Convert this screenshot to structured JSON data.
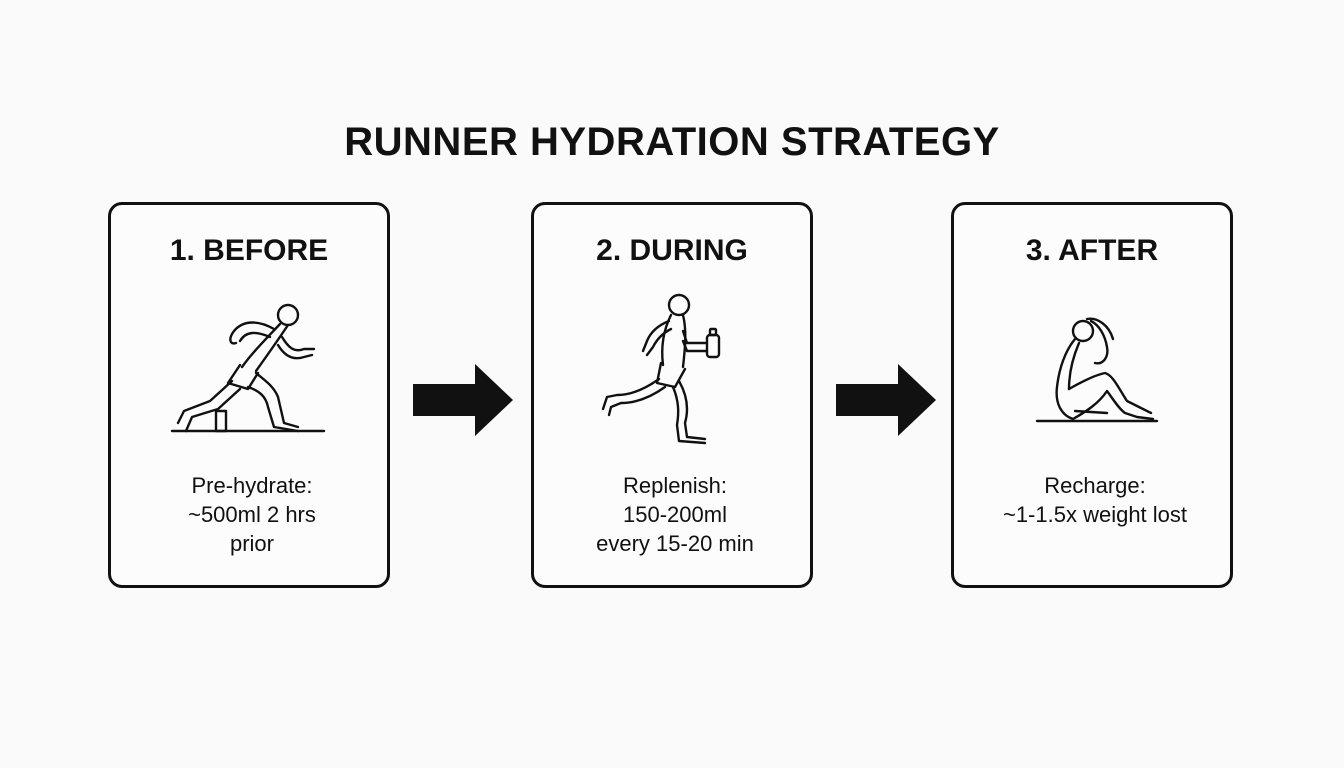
{
  "title": "RUNNER HYDRATION STRATEGY",
  "steps": [
    {
      "heading": "1. BEFORE",
      "icon": "sprinter-start-icon",
      "lines": [
        "Pre-hydrate:",
        "~500ml 2 hrs",
        "prior"
      ]
    },
    {
      "heading": "2. DURING",
      "icon": "runner-with-bottle-icon",
      "lines": [
        "Replenish:",
        "150-200ml",
        "every 15-20 min"
      ]
    },
    {
      "heading": "3. AFTER",
      "icon": "seated-recovery-icon",
      "lines": [
        "Recharge:",
        "~1-1.5x weight lost"
      ]
    }
  ],
  "arrows": [
    "arrow-right-icon",
    "arrow-right-icon"
  ],
  "colors": {
    "background": "#fafafa",
    "ink": "#111111"
  }
}
